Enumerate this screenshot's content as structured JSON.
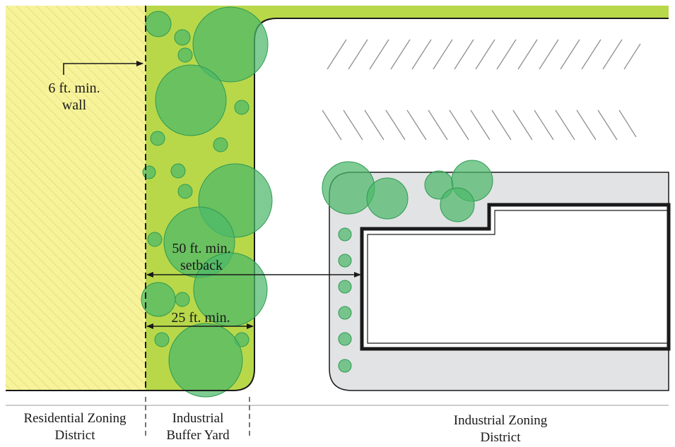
{
  "annotations": {
    "wall_line1": "6 ft. min.",
    "wall_line2": "wall",
    "setback_line1": "50 ft. min.",
    "setback_line2": "setback",
    "buffer_width": "25 ft. min."
  },
  "zones": {
    "residential_line1": "Residential Zoning",
    "residential_line2": "District",
    "buffer_line1": "Industrial",
    "buffer_line2": "Buffer Yard",
    "industrial_line1": "Industrial Zoning",
    "industrial_line2": "District"
  },
  "colors": {
    "residential_fill": "#f7f39a",
    "residential_hatch": "#d8d46a",
    "buffer_fill": "#b8d84a",
    "tree_fill": "#4cb86a",
    "tree_stroke": "#2e9a52",
    "pavement": "#e2e3e4",
    "outline": "#1a1a1a"
  }
}
